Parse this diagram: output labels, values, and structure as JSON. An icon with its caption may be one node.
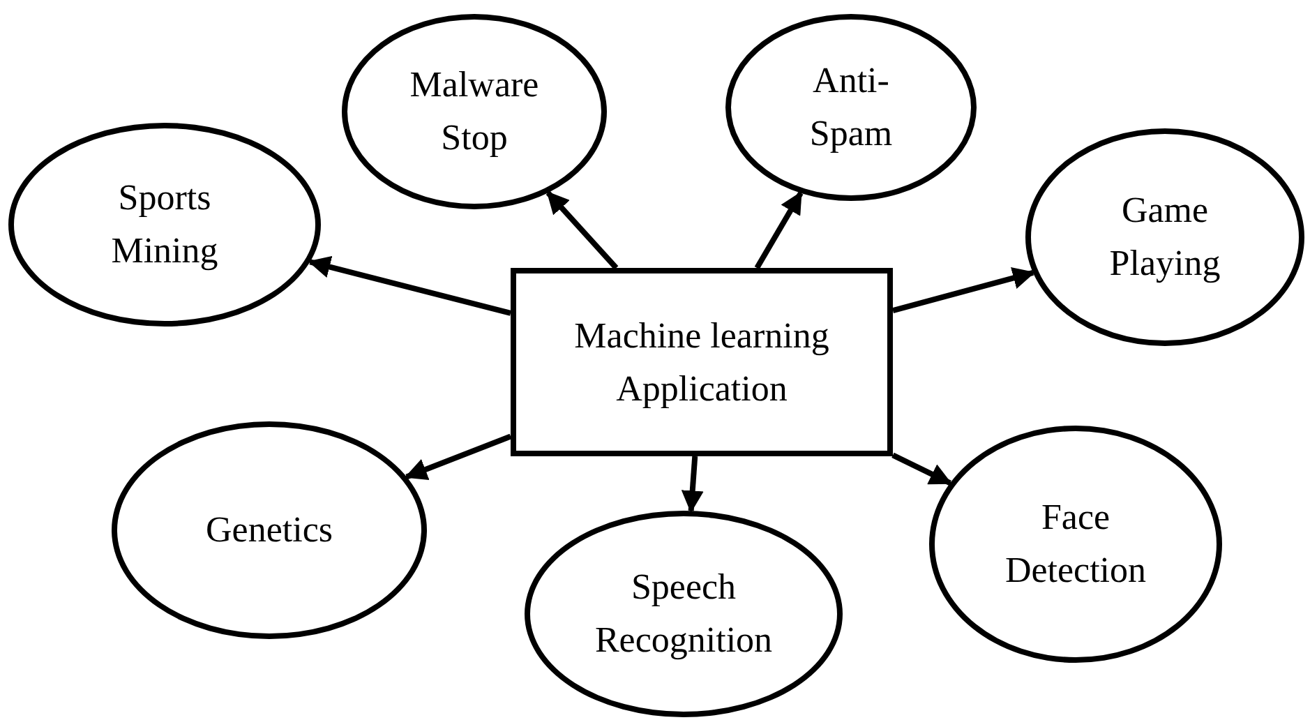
{
  "diagram": {
    "nodes": [
      {
        "text": [
          "Machine learning Application"
        ]
      },
      {
        "text": [
          "Malware Stop"
        ]
      },
      {
        "text": [
          "Anti- Spam"
        ]
      },
      {
        "text": [
          "Sports Mining"
        ]
      },
      {
        "text": [
          "Game Playing"
        ]
      },
      {
        "text": [
          "Genetics"
        ]
      },
      {
        "text": [
          "Speech Recognition"
        ]
      },
      {
        "text": [
          "Face Detection"
        ]
      }
    ],
    "edges": [
      {
        "from": 0,
        "to": 1,
        "arrow": "to"
      },
      {
        "from": 0,
        "to": 2,
        "arrow": "to"
      },
      {
        "from": 0,
        "to": 3,
        "arrow": "to"
      },
      {
        "from": 0,
        "to": 4,
        "arrow": "to"
      },
      {
        "from": 0,
        "to": 5,
        "arrow": "to"
      },
      {
        "from": 0,
        "to": 6,
        "arrow": "to"
      },
      {
        "from": 0,
        "to": 7,
        "arrow": "to"
      }
    ]
  }
}
